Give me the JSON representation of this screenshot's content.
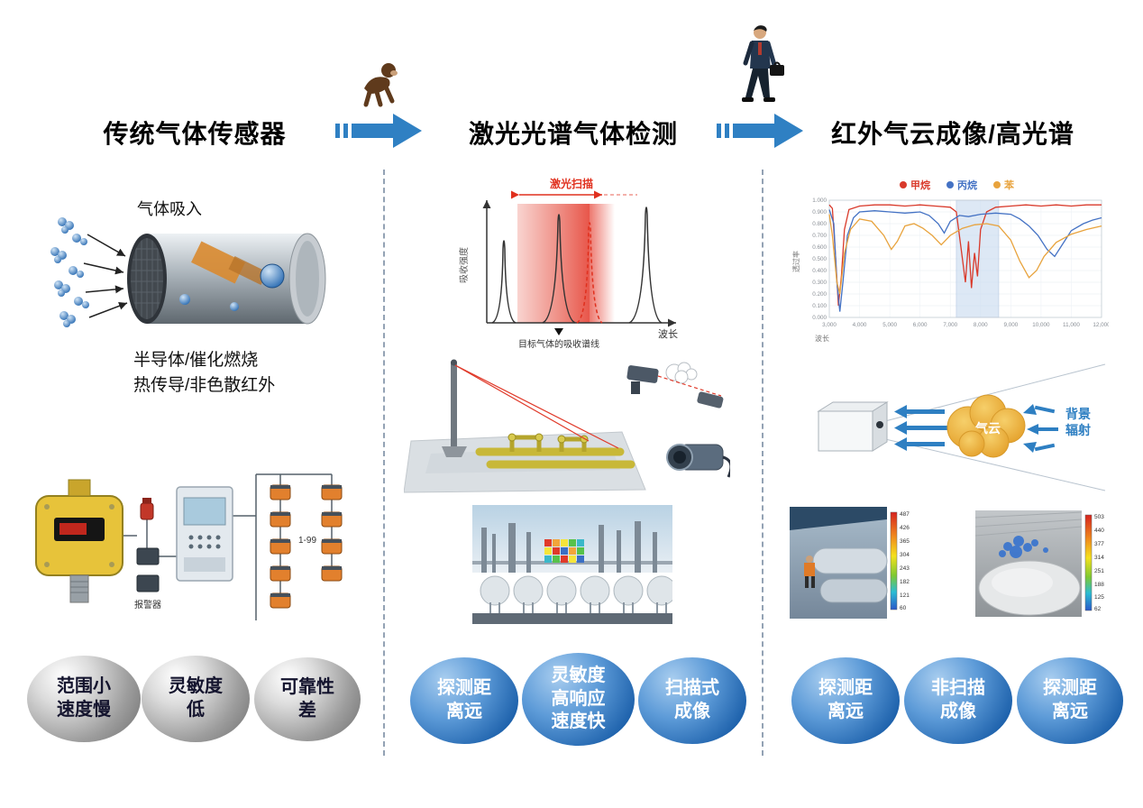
{
  "headers": [
    {
      "label": "传统气体传感器"
    },
    {
      "label": "激光光谱气体检测"
    },
    {
      "label": "红外气云成像/高光谱"
    }
  ],
  "col1": {
    "gas_intake_label": "气体吸入",
    "tech_lines": [
      "半导体/催化燃烧",
      "热传导/非色散红外"
    ],
    "network_range_label": "1-99",
    "alarm_label": "报警器",
    "bubbles": [
      {
        "lines": [
          "范围小",
          "速度慢"
        ]
      },
      {
        "lines": [
          "灵敏度",
          "低"
        ]
      },
      {
        "lines": [
          "可靠性",
          "差"
        ]
      }
    ]
  },
  "col2": {
    "spectrum": {
      "scan_label": "激光扫描",
      "y_axis_label": "吸收强度",
      "x_axis_label": "波长",
      "target_line_label": "目标气体的吸收谱线"
    },
    "bubbles": [
      {
        "lines": [
          "探测距",
          "离远"
        ]
      },
      {
        "lines": [
          "灵敏度",
          "高响应",
          "速度快"
        ]
      },
      {
        "lines": [
          "扫描式",
          "成像"
        ]
      }
    ]
  },
  "col3": {
    "cloud_label": "气云",
    "bg_rad_lines": [
      "背景",
      "辐射"
    ],
    "thermal_a_ticks": [
      "487",
      "426",
      "365",
      "304",
      "243",
      "182",
      "121",
      "60"
    ],
    "thermal_b_ticks": [
      "503",
      "440",
      "377",
      "314",
      "251",
      "188",
      "125",
      "62"
    ],
    "bubbles": [
      {
        "lines": [
          "探测距",
          "离远"
        ]
      },
      {
        "lines": [
          "非扫描",
          "成像"
        ]
      },
      {
        "lines": [
          "探测距",
          "离远"
        ]
      }
    ]
  },
  "chart_data": {
    "type": "line",
    "title": "",
    "xlabel": "波长",
    "ylabel": "透过率",
    "xlim": [
      3000,
      12000
    ],
    "ylim": [
      0,
      1
    ],
    "grid": true,
    "legend_position": "top",
    "x_ticks": [
      "3,000",
      "4,000",
      "5,000",
      "6,000",
      "7,000",
      "8,000",
      "9,000",
      "10,000",
      "11,000",
      "12,000"
    ],
    "y_ticks": [
      "1.000",
      "0.900",
      "0.800",
      "0.700",
      "0.600",
      "0.500",
      "0.400",
      "0.300",
      "0.200",
      "0.100",
      "0.000"
    ],
    "highlight_band": {
      "x0": 7200,
      "x1": 8600,
      "color": "#ccdcf0"
    },
    "series": [
      {
        "name": "甲烷",
        "color": "#d93a2b",
        "points": [
          [
            3000,
            0.96
          ],
          [
            3100,
            0.93
          ],
          [
            3200,
            0.55
          ],
          [
            3300,
            0.1
          ],
          [
            3400,
            0.35
          ],
          [
            3500,
            0.75
          ],
          [
            3650,
            0.92
          ],
          [
            4000,
            0.95
          ],
          [
            4500,
            0.96
          ],
          [
            5000,
            0.96
          ],
          [
            5500,
            0.95
          ],
          [
            6000,
            0.96
          ],
          [
            6500,
            0.95
          ],
          [
            7000,
            0.94
          ],
          [
            7200,
            0.9
          ],
          [
            7350,
            0.6
          ],
          [
            7500,
            0.3
          ],
          [
            7600,
            0.65
          ],
          [
            7700,
            0.25
          ],
          [
            7800,
            0.55
          ],
          [
            7900,
            0.35
          ],
          [
            8000,
            0.75
          ],
          [
            8200,
            0.9
          ],
          [
            8500,
            0.94
          ],
          [
            9000,
            0.95
          ],
          [
            9500,
            0.96
          ],
          [
            10000,
            0.95
          ],
          [
            10500,
            0.96
          ],
          [
            11000,
            0.95
          ],
          [
            11500,
            0.96
          ],
          [
            12000,
            0.96
          ]
        ]
      },
      {
        "name": "丙烷",
        "color": "#4472c4",
        "points": [
          [
            3000,
            0.92
          ],
          [
            3150,
            0.8
          ],
          [
            3250,
            0.3
          ],
          [
            3350,
            0.05
          ],
          [
            3450,
            0.3
          ],
          [
            3600,
            0.7
          ],
          [
            3800,
            0.85
          ],
          [
            4000,
            0.9
          ],
          [
            4500,
            0.91
          ],
          [
            5000,
            0.9
          ],
          [
            5500,
            0.89
          ],
          [
            6000,
            0.9
          ],
          [
            6300,
            0.87
          ],
          [
            6600,
            0.8
          ],
          [
            6800,
            0.72
          ],
          [
            7000,
            0.82
          ],
          [
            7300,
            0.87
          ],
          [
            7600,
            0.86
          ],
          [
            8000,
            0.88
          ],
          [
            8500,
            0.89
          ],
          [
            9000,
            0.88
          ],
          [
            9300,
            0.84
          ],
          [
            9600,
            0.78
          ],
          [
            9900,
            0.7
          ],
          [
            10200,
            0.58
          ],
          [
            10450,
            0.52
          ],
          [
            10700,
            0.62
          ],
          [
            11000,
            0.74
          ],
          [
            11400,
            0.8
          ],
          [
            11700,
            0.83
          ],
          [
            12000,
            0.85
          ]
        ]
      },
      {
        "name": "苯",
        "color": "#e8a33d",
        "points": [
          [
            3000,
            0.88
          ],
          [
            3100,
            0.7
          ],
          [
            3250,
            0.3
          ],
          [
            3350,
            0.2
          ],
          [
            3500,
            0.55
          ],
          [
            3700,
            0.75
          ],
          [
            4000,
            0.84
          ],
          [
            4400,
            0.82
          ],
          [
            4800,
            0.7
          ],
          [
            5050,
            0.58
          ],
          [
            5250,
            0.65
          ],
          [
            5500,
            0.78
          ],
          [
            5800,
            0.8
          ],
          [
            6100,
            0.76
          ],
          [
            6400,
            0.7
          ],
          [
            6700,
            0.62
          ],
          [
            7000,
            0.7
          ],
          [
            7400,
            0.76
          ],
          [
            7800,
            0.79
          ],
          [
            8200,
            0.8
          ],
          [
            8600,
            0.78
          ],
          [
            9000,
            0.66
          ],
          [
            9300,
            0.48
          ],
          [
            9600,
            0.34
          ],
          [
            9850,
            0.4
          ],
          [
            10100,
            0.52
          ],
          [
            10500,
            0.64
          ],
          [
            11000,
            0.71
          ],
          [
            11500,
            0.75
          ],
          [
            12000,
            0.78
          ]
        ]
      }
    ]
  }
}
